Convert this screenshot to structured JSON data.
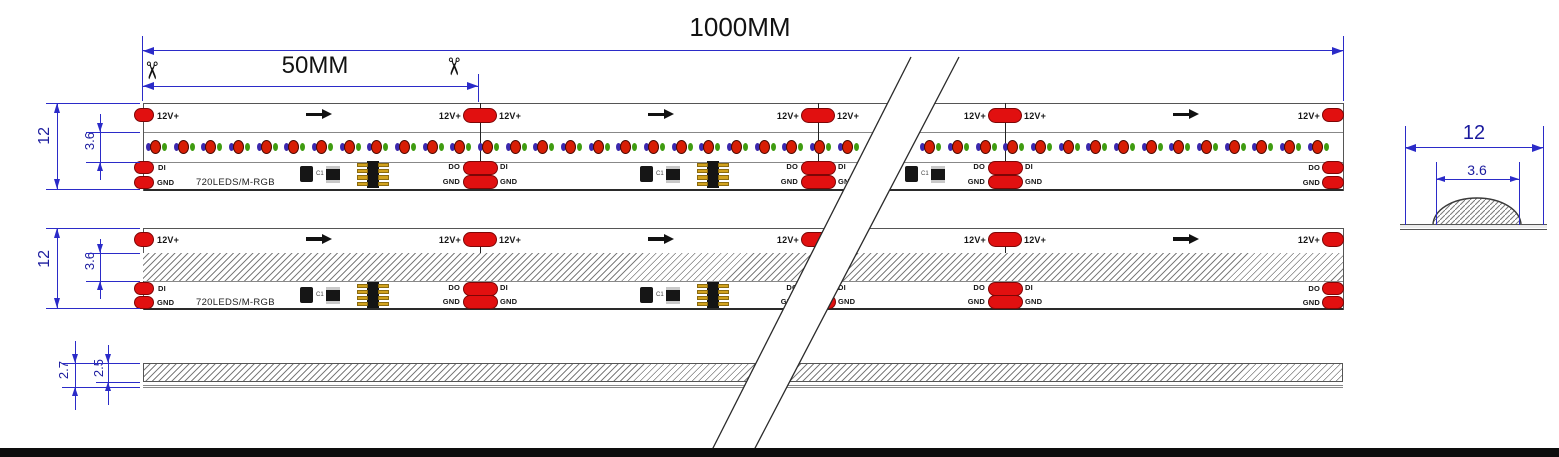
{
  "dimensions": {
    "total_length": "1000MM",
    "cut_length": "50MM",
    "strip_width": "12",
    "led_band_width": "3.6",
    "tape_total_thickness": "2.7",
    "tape_thickness": "2.5",
    "section_width": "12",
    "section_dome_width": "3.6"
  },
  "strip": {
    "power_label": "12V+",
    "data_in_label": "DI",
    "data_out_label": "DO",
    "ground_label": "GND",
    "model_label": "720LEDS/M-RGB",
    "component_label": "C1"
  },
  "icons": {
    "scissors": "✂"
  },
  "colors": {
    "dimension": "#2b2bc8",
    "pad_red": "#e11010",
    "pad_border": "#7d0606",
    "led_red": "#d81e04",
    "led_green": "#3f9c10",
    "led_blue": "#3b28ad",
    "ic_gold": "#d2a31f",
    "bottom_bar": "#0d0d0d"
  }
}
